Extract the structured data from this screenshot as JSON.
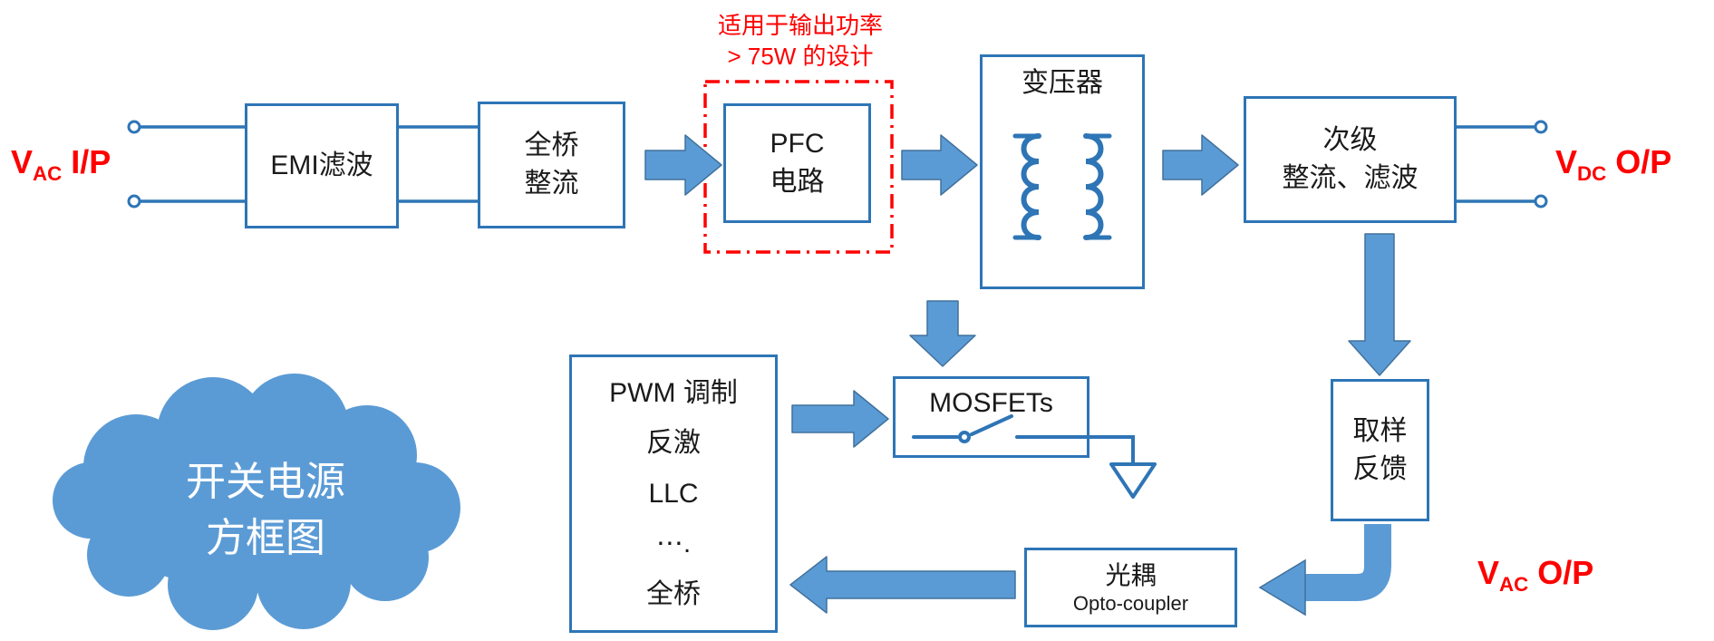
{
  "labels": {
    "vac_in": {
      "v": "V",
      "sub": "AC",
      "suffix": " I/P"
    },
    "vdc_out": {
      "v": "V",
      "sub": "DC",
      "suffix": " O/P"
    },
    "vac_out": {
      "v": "V",
      "sub": "AC",
      "suffix": " O/P"
    }
  },
  "annotation": {
    "lines": [
      "适用于输出功率",
      "> 75W 的设计"
    ]
  },
  "blocks": {
    "emi": {
      "lines": [
        "EMI滤波"
      ]
    },
    "bridge": {
      "lines": [
        "全桥",
        "整流"
      ]
    },
    "pfc": {
      "lines": [
        "PFC",
        "电路"
      ]
    },
    "transformer": {
      "title": "变压器"
    },
    "secondary": {
      "lines": [
        "次级",
        "整流、滤波"
      ]
    },
    "sampling": {
      "lines": [
        "取样",
        "反馈"
      ]
    },
    "opto": {
      "lines": [
        "光耦",
        "Opto-coupler"
      ]
    },
    "pwm": {
      "lines": [
        "PWM 调制",
        "反激",
        "LLC",
        "⋯.",
        "全桥"
      ]
    },
    "mosfets": {
      "label": "MOSFETs"
    }
  },
  "cloud": {
    "lines": [
      "开关电源",
      "方框图"
    ]
  },
  "colors": {
    "box_border": "#2E75B6",
    "wire": "#2E75B6",
    "arrow_fill": "#5B9BD5",
    "arrow_outline": "#41719C",
    "dashed_outline": "#FF0000",
    "label_red": "#FF0000",
    "cloud_fill": "#5B9BD5",
    "text": "#1A1A1A"
  }
}
